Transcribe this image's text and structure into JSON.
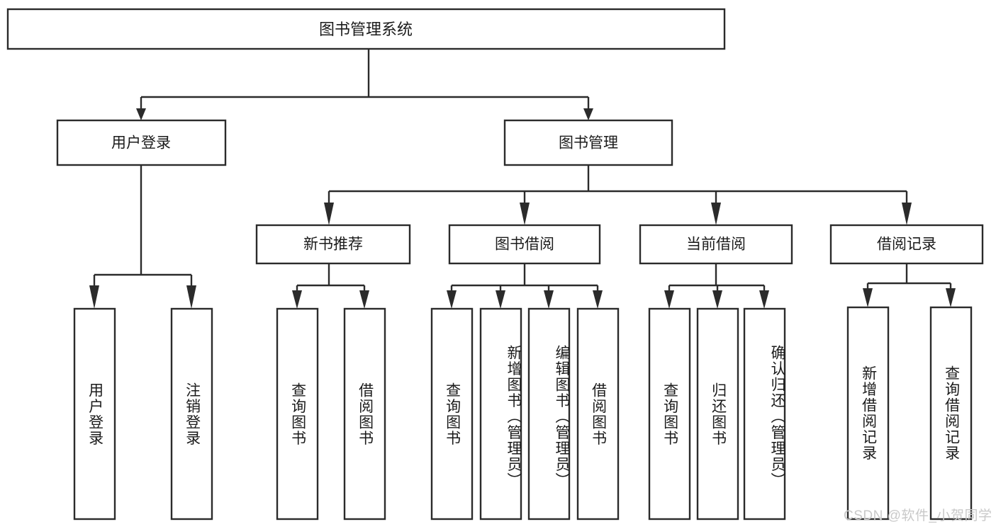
{
  "diagram": {
    "title": "图书管理系统",
    "type": "tree",
    "colors": {
      "box_fill": "#ffffff",
      "box_stroke": "#2b2b2b",
      "text": "#1b1b1b",
      "watermark": "#c9c9c9",
      "background": "#ffffff"
    },
    "root": {
      "label": "图书管理系统",
      "orientation": "horizontal"
    },
    "level1": [
      {
        "label": "用户登录",
        "orientation": "horizontal"
      },
      {
        "label": "图书管理",
        "orientation": "horizontal"
      }
    ],
    "level2": [
      {
        "label": "新书推荐",
        "orientation": "horizontal",
        "parent": "图书管理"
      },
      {
        "label": "图书借阅",
        "orientation": "horizontal",
        "parent": "图书管理"
      },
      {
        "label": "当前借阅",
        "orientation": "horizontal",
        "parent": "图书管理"
      },
      {
        "label": "借阅记录",
        "orientation": "horizontal",
        "parent": "图书管理"
      }
    ],
    "leaves": {
      "用户登录": [
        {
          "label": "用户登录",
          "orientation": "vertical"
        },
        {
          "label": "注销登录",
          "orientation": "vertical"
        }
      ],
      "新书推荐": [
        {
          "label": "查询图书",
          "orientation": "vertical"
        },
        {
          "label": "借阅图书",
          "orientation": "vertical"
        }
      ],
      "图书借阅": [
        {
          "label": "查询图书",
          "orientation": "vertical"
        },
        {
          "label": "新增图书（管理员）",
          "orientation": "vertical"
        },
        {
          "label": "编辑图书（管理员）",
          "orientation": "vertical"
        },
        {
          "label": "借阅图书",
          "orientation": "vertical"
        }
      ],
      "当前借阅": [
        {
          "label": "查询图书",
          "orientation": "vertical"
        },
        {
          "label": "归还图书",
          "orientation": "vertical"
        },
        {
          "label": "确认归还（管理员）",
          "orientation": "vertical"
        }
      ],
      "借阅记录": [
        {
          "label": "新增借阅记录",
          "orientation": "vertical"
        },
        {
          "label": "查询借阅记录",
          "orientation": "vertical"
        }
      ]
    }
  },
  "watermark": {
    "text": "CSDN @软件_小贺同学"
  },
  "nodes": {
    "root": {
      "label": "图书管理系统"
    },
    "user_login": {
      "label": "用户登录"
    },
    "book_manage": {
      "label": "图书管理"
    },
    "new_book_rec": {
      "label": "新书推荐"
    },
    "book_borrow": {
      "label": "图书借阅"
    },
    "current_borrow": {
      "label": "当前借阅"
    },
    "borrow_record": {
      "label": "借阅记录"
    },
    "leaf_user_login": {
      "label": "用户登录"
    },
    "leaf_logout": {
      "label": "注销登录"
    },
    "leaf_nbr_query": {
      "label": "查询图书"
    },
    "leaf_nbr_borrow": {
      "label": "借阅图书"
    },
    "leaf_bb_query": {
      "label": "查询图书"
    },
    "leaf_bb_add": {
      "label": "新增图书（管理员）"
    },
    "leaf_bb_edit": {
      "label": "编辑图书（管理员）"
    },
    "leaf_bb_borrow": {
      "label": "借阅图书"
    },
    "leaf_cb_query": {
      "label": "查询图书"
    },
    "leaf_cb_return": {
      "label": "归还图书"
    },
    "leaf_cb_confirm": {
      "label": "确认归还（管理员）"
    },
    "leaf_br_add": {
      "label": "新增借阅记录"
    },
    "leaf_br_query": {
      "label": "查询借阅记录"
    }
  }
}
